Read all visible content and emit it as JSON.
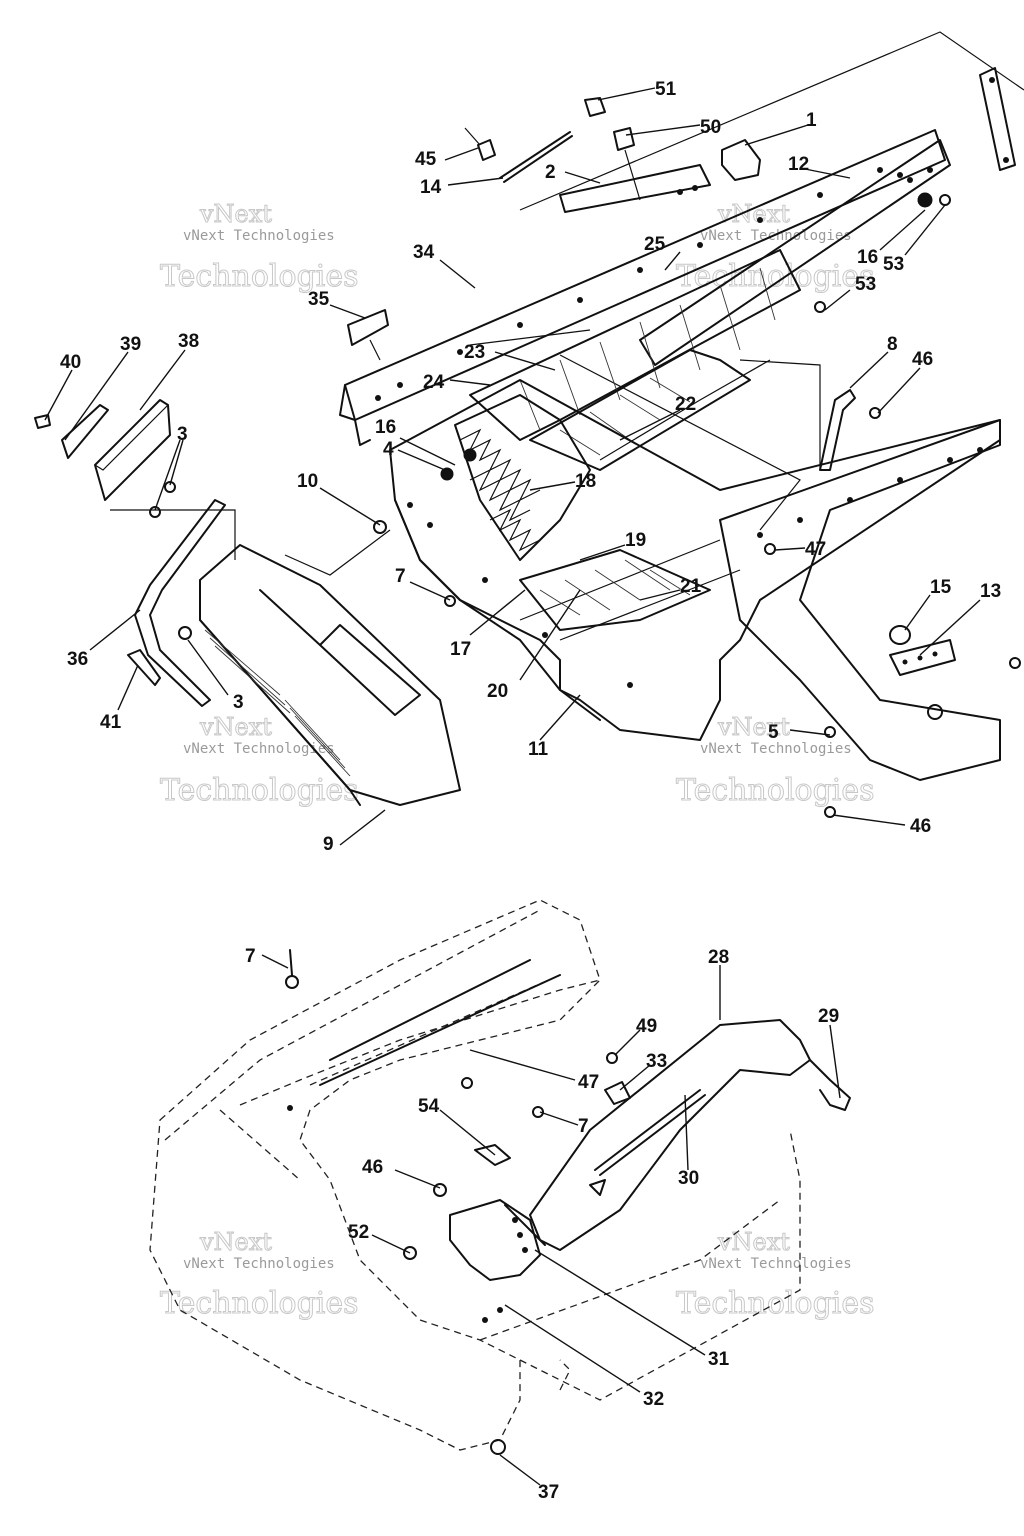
{
  "watermark": {
    "brand_top": "vNext",
    "brand_line": "vNext Technologies",
    "brand_bottom": "Technologies"
  },
  "callouts": {
    "c51": "51",
    "c50": "50",
    "c1": "1",
    "c45": "45",
    "c14": "14",
    "c2": "2",
    "c12": "12",
    "c16a": "16",
    "c53a": "53",
    "c34": "34",
    "c25": "25",
    "c53b": "53",
    "c35": "35",
    "c23": "23",
    "c8": "8",
    "c46a": "46",
    "c40": "40",
    "c39": "39",
    "c38": "38",
    "c24": "24",
    "c22": "22",
    "c16b": "16",
    "c3a": "3",
    "c4": "4",
    "c18": "18",
    "c10": "10",
    "c47a": "47",
    "c19": "19",
    "c7a": "7",
    "c15": "15",
    "c13": "13",
    "c21": "21",
    "c17": "17",
    "c36": "36",
    "c20": "20",
    "c41": "41",
    "c3b": "3",
    "c5": "5",
    "c11": "11",
    "c46b": "46",
    "c9": "9",
    "c7b": "7",
    "c28": "28",
    "c29": "29",
    "c49": "49",
    "c33": "33",
    "c47b": "47",
    "c54": "54",
    "c7c": "7",
    "c46c": "46",
    "c30": "30",
    "c52": "52",
    "c31": "31",
    "c32": "32",
    "c37": "37"
  }
}
